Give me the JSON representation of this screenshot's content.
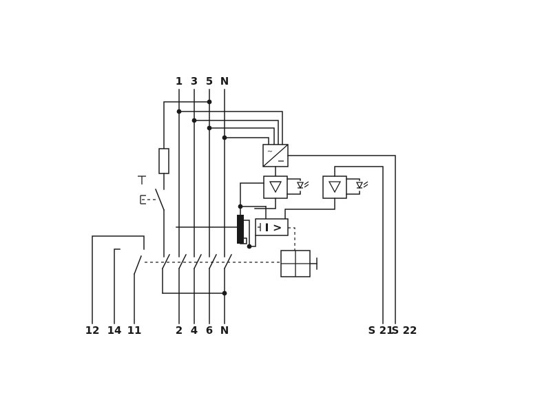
{
  "terminals_top": [
    "1",
    "3",
    "5",
    "N"
  ],
  "terminals_bottom": [
    "12",
    "14",
    "11",
    "2",
    "4",
    "6",
    "N",
    "S 21",
    "S 22"
  ],
  "trip_symbol": "I >",
  "converter_symbol": "~/–"
}
